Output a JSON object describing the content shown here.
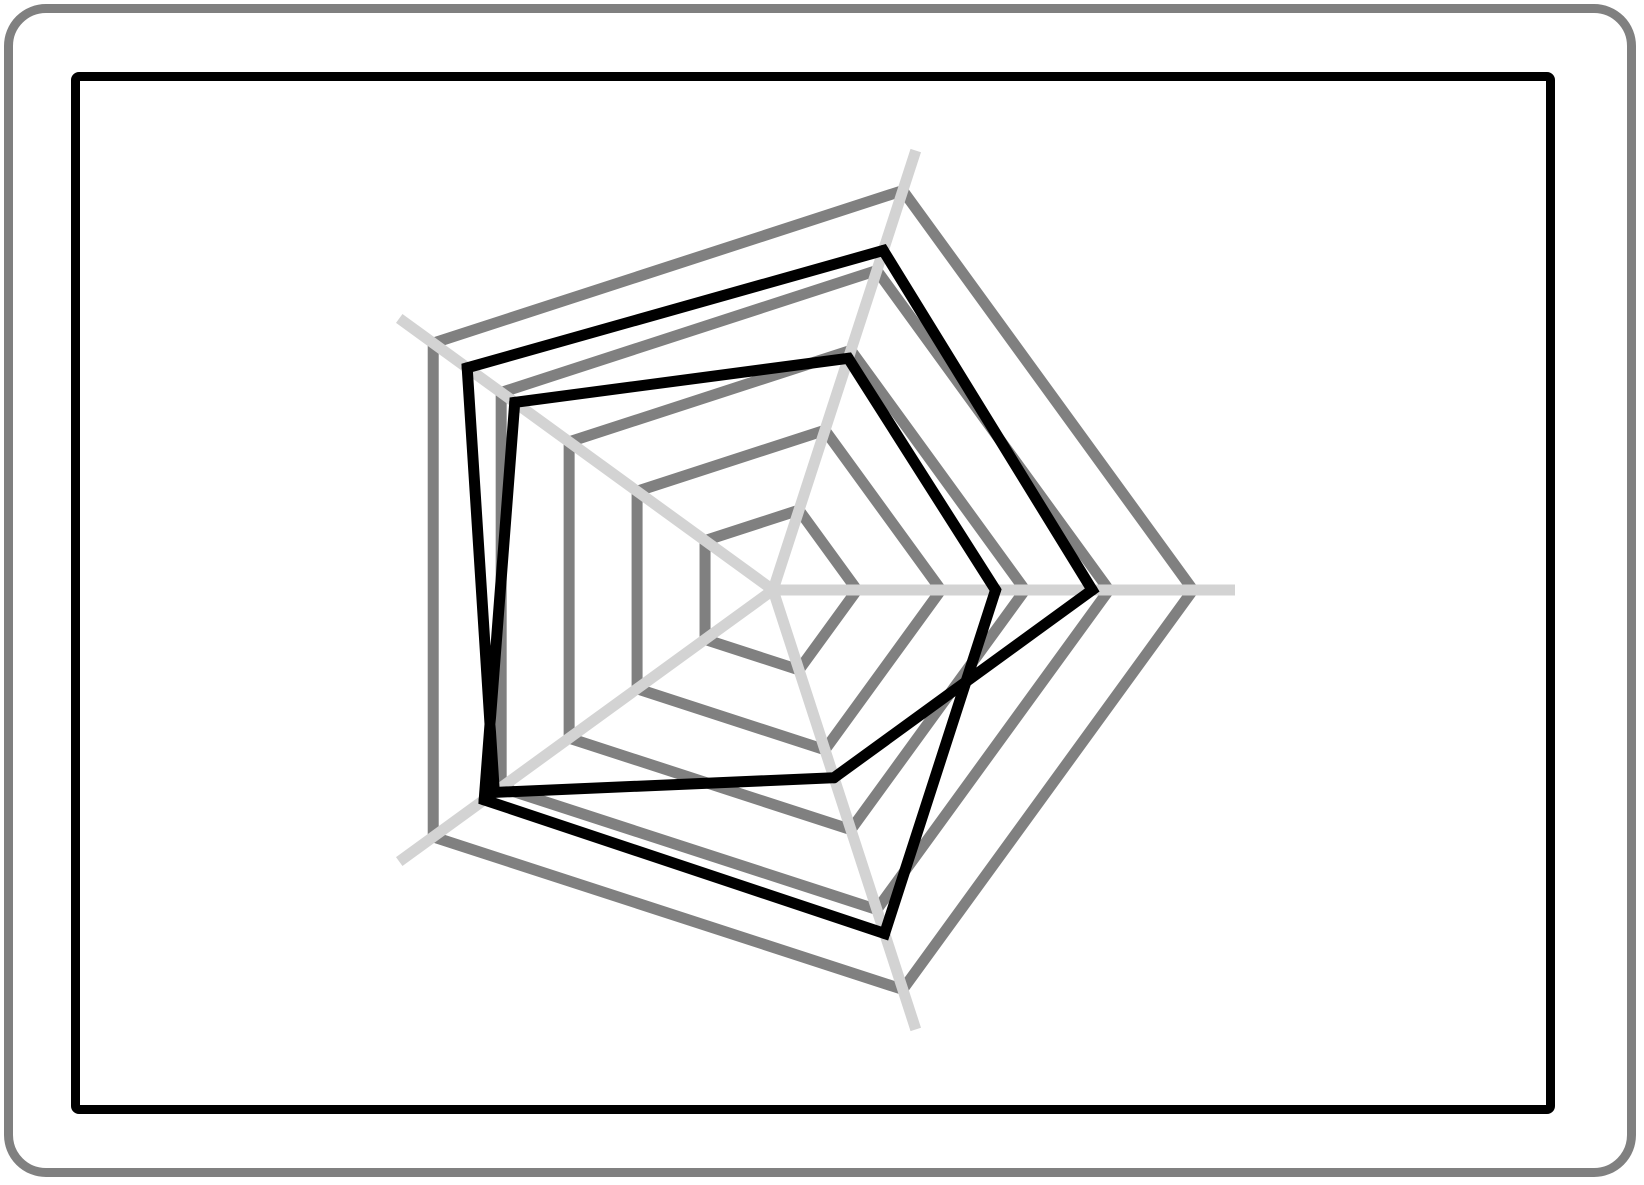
{
  "colors": {
    "frame": "#808080",
    "panel_border": "#000000",
    "grid": "#808080",
    "axes": "#d3d3d3",
    "series": "#000000",
    "background": "#ffffff"
  },
  "chart_data": {
    "type": "radar",
    "title": "",
    "axis_count": 5,
    "axis_labels": [],
    "tick_labels": [],
    "grid": true,
    "grid_levels": [
      0.2,
      0.4,
      0.6,
      0.8,
      1.0
    ],
    "range": [
      0,
      1
    ],
    "legend": "none",
    "series": [
      {
        "values": [
          0.76,
          0.85,
          0.9,
          0.82,
          0.47
        ]
      },
      {
        "values": [
          0.53,
          0.58,
          0.76,
          0.85,
          0.86
        ]
      }
    ]
  }
}
